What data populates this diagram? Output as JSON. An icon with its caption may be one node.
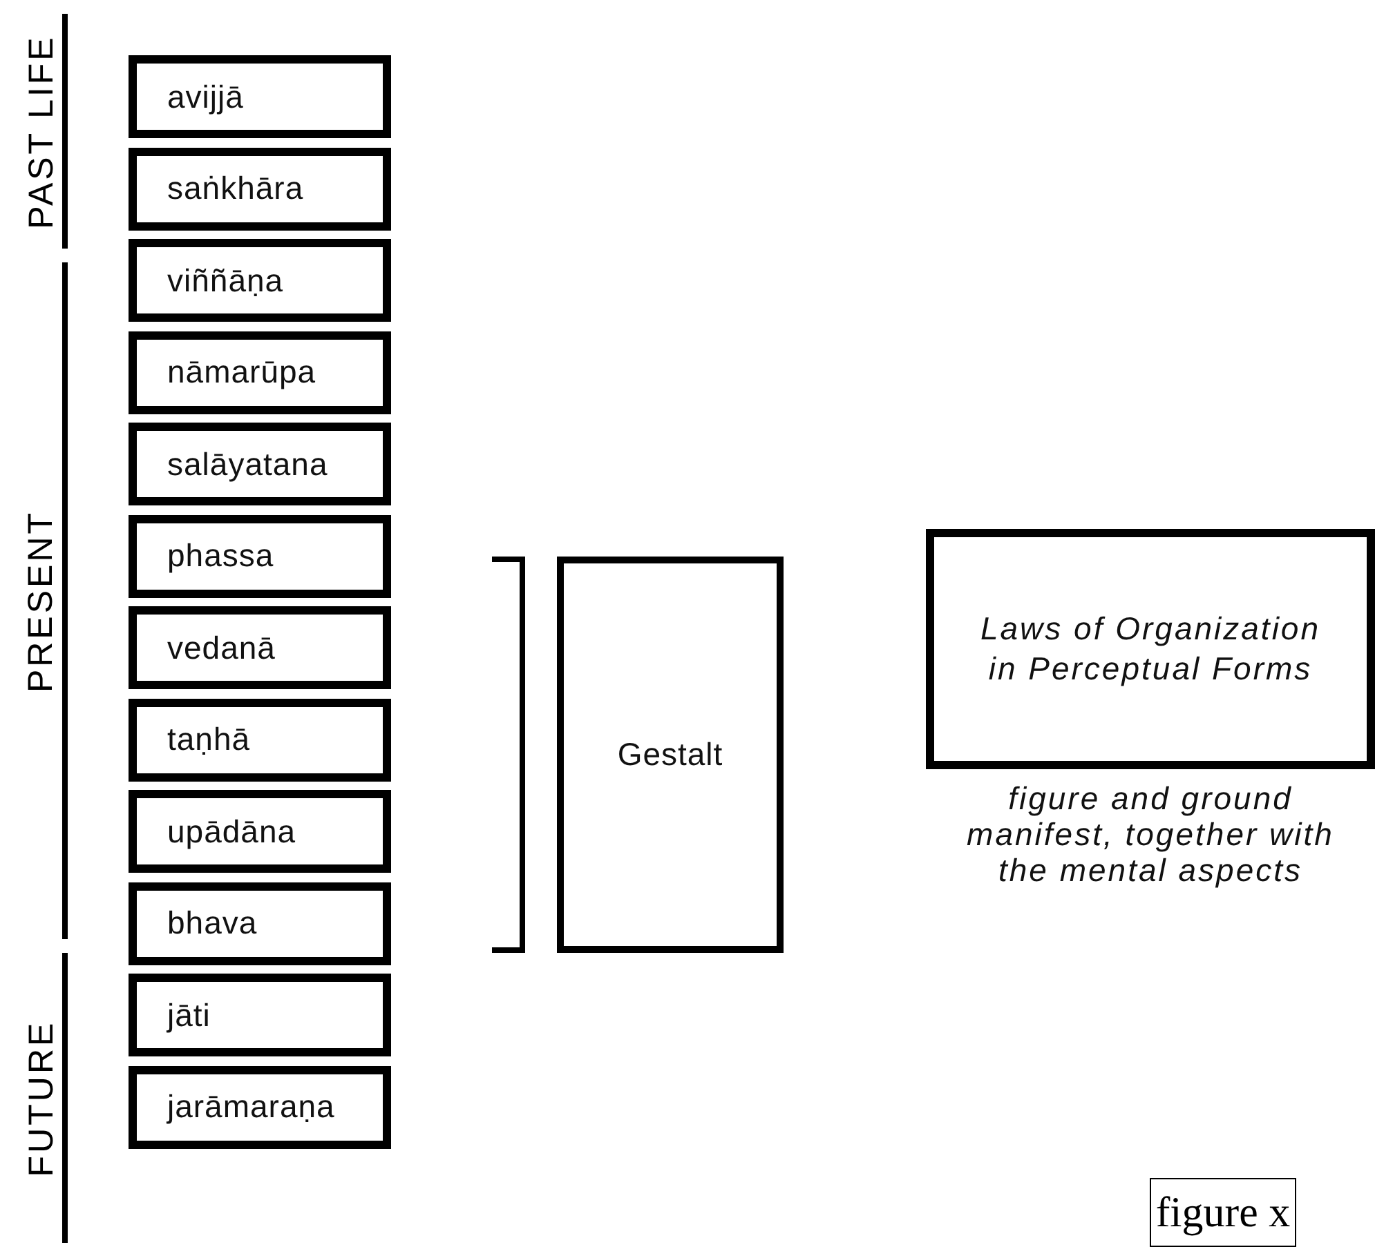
{
  "diagram": {
    "nodes": [
      {
        "text": [
          "avijjā"
        ]
      },
      {
        "text": [
          "saṅkhāra"
        ]
      },
      {
        "text": [
          "viññāṇa"
        ]
      },
      {
        "text": [
          "nāmarūpa"
        ]
      },
      {
        "text": [
          "salāyatana"
        ]
      },
      {
        "text": [
          "phassa"
        ]
      },
      {
        "text": [
          "vedanā"
        ]
      },
      {
        "text": [
          "taṇhā"
        ]
      },
      {
        "text": [
          "upādāna"
        ]
      },
      {
        "text": [
          "bhava"
        ]
      },
      {
        "text": [
          "jāti"
        ]
      },
      {
        "text": [
          "jarāmaraṇa"
        ]
      },
      {
        "text": [
          "Gestalt"
        ]
      },
      {
        "text": [
          "Laws of Organization in Perceptual Forms"
        ],
        "beside": [
          "figure and ground manifest, together with the mental aspects"
        ]
      },
      {
        "text": [
          "figure x"
        ]
      }
    ],
    "labels": [
      "PAST LIFE",
      "PRESENT",
      "FUTURE"
    ]
  }
}
